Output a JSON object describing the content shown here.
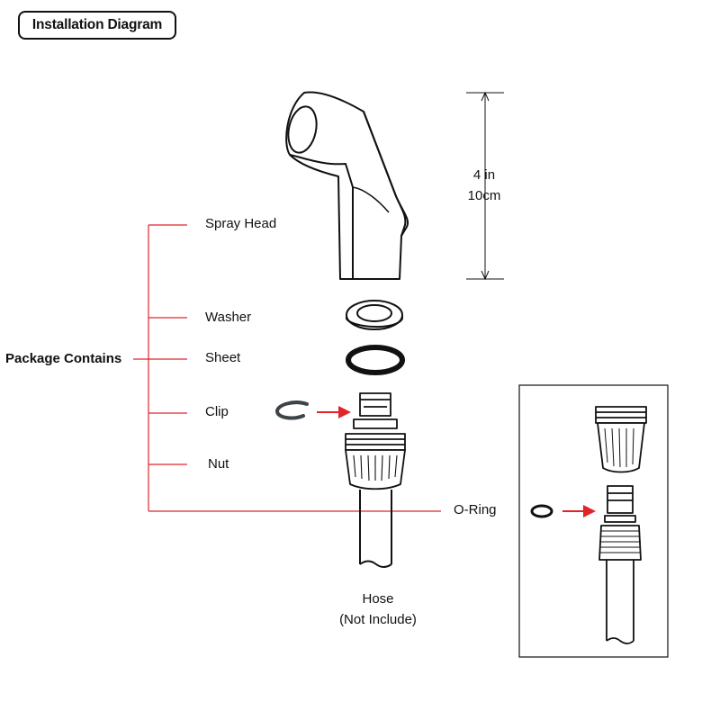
{
  "title": "Installation Diagram",
  "package_label": "Package Contains",
  "parts": [
    "Spray Head",
    "Washer",
    "Sheet",
    "Clip",
    "Nut",
    "O-Ring"
  ],
  "dimension": {
    "imperial": "4 in",
    "metric": "10cm"
  },
  "hose_caption": {
    "line1": "Hose",
    "line2": "(Not Include)"
  },
  "colors": {
    "callout_line": "#e0242a",
    "arrow": "#e0242a",
    "outline": "#111111",
    "clip": "#3c4448"
  }
}
